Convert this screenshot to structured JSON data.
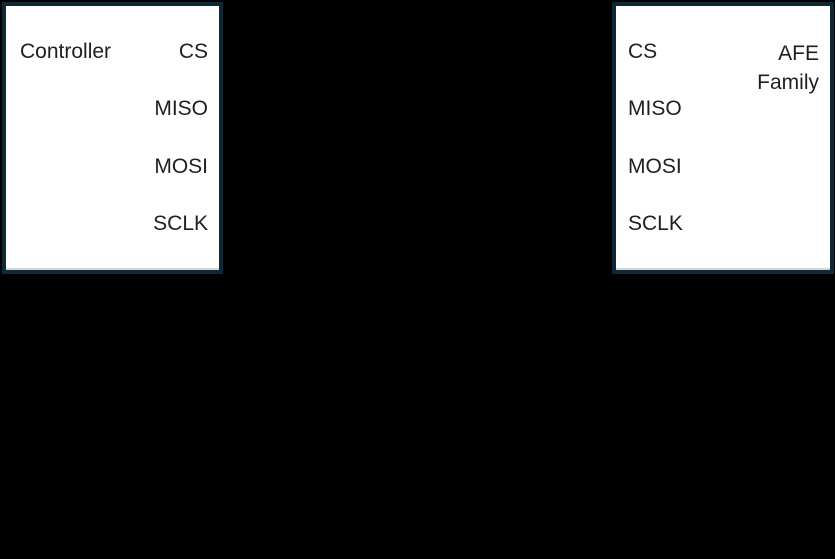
{
  "diagram": {
    "background_color": "#000000",
    "box_fill_color": "#ffffff",
    "box_border_color": "#0e2836",
    "text_color": "#1f1f1f",
    "controller_block": {
      "label": "Controller",
      "pins": [
        "CS",
        "MISO",
        "MOSI",
        "SCLK"
      ]
    },
    "afe_block": {
      "label_line1": "AFE",
      "label_line2": "Family",
      "pins": [
        "CS",
        "MISO",
        "MOSI",
        "SCLK"
      ]
    }
  }
}
